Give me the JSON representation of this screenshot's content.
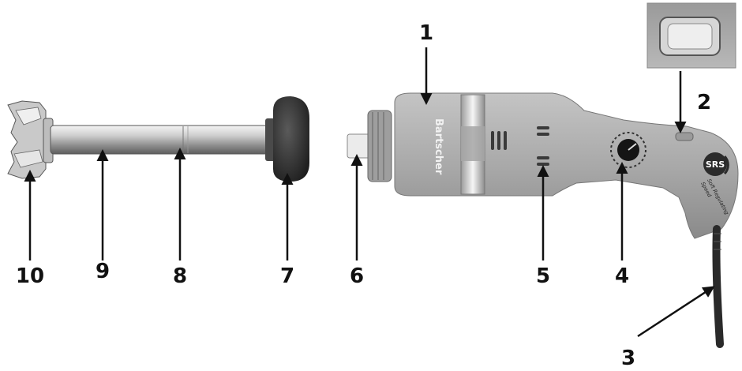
{
  "labels": {
    "l1": "1",
    "l2": "2",
    "l3": "3",
    "l4": "4",
    "l5": "5",
    "l6": "6",
    "l7": "7",
    "l8": "8",
    "l9": "9",
    "l10": "10"
  },
  "brand": "Bartscher",
  "srs_logo": "SRS",
  "srs_line1": "Soft Regulating",
  "srs_line2": "Speed",
  "colors": {
    "body": "#b2b2b2",
    "body_dark": "#8a8a8a",
    "chrome": "#d8d8d8",
    "cap": "#3c3c3c",
    "cable": "#2a2a2a",
    "arrow": "#111111"
  }
}
